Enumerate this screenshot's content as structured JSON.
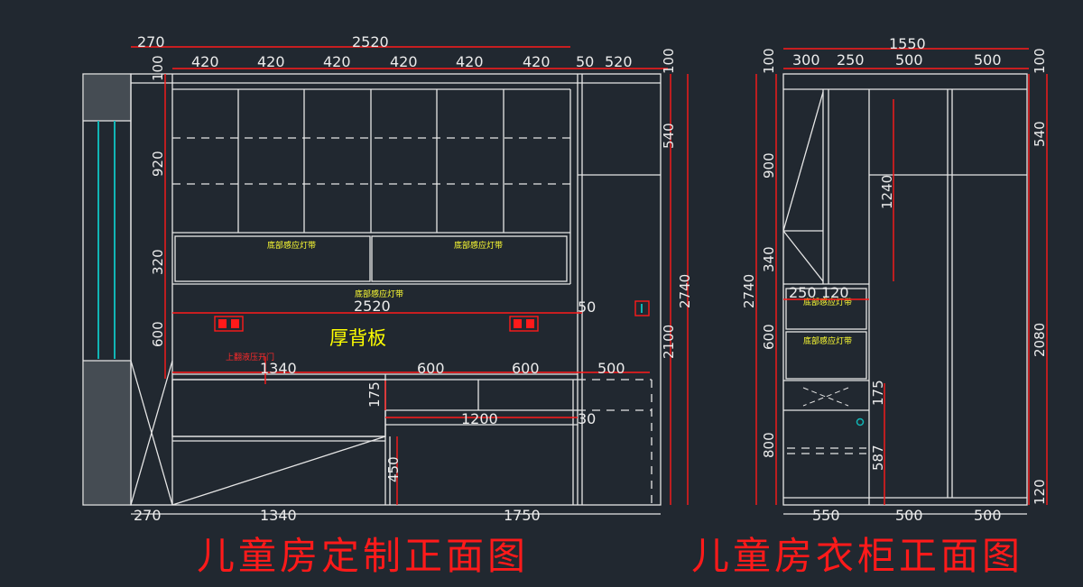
{
  "titles": {
    "left": "儿童房定制正面图",
    "right": "儿童房衣柜正面图"
  },
  "left": {
    "top_dims": {
      "total": "2520",
      "side": "270",
      "cols": [
        "420",
        "420",
        "420",
        "420",
        "420",
        "420"
      ],
      "gap": "50",
      "tall": "520"
    },
    "left_dims": {
      "top": "100",
      "upper": "920",
      "mid": "320",
      "lower": "600"
    },
    "right_dims": {
      "top": "100",
      "upper": "540",
      "lower": "2100",
      "total": "2740"
    },
    "inner_dims": {
      "width": "2520",
      "gap": "50",
      "desk": "1340",
      "d1": "600",
      "d2": "600",
      "d3": "500",
      "drawer_h": "175",
      "drawer_w": "1200",
      "drawer_gap": "30",
      "leg_h": "450"
    },
    "bottom_dims": {
      "side": "270",
      "left": "1340",
      "right": "1750"
    },
    "labels": {
      "strip1": "底部感应灯带",
      "strip2": "底部感应灯带",
      "strip3": "底部感应灯带",
      "back": "厚背板",
      "door": "上翻液压开门"
    }
  },
  "right": {
    "top_dims": {
      "total": "1550",
      "c1": "300",
      "c2": "250",
      "c3": "500",
      "c4": "500"
    },
    "left_dims": {
      "top": "100",
      "upper": "900",
      "mid": "340",
      "total": "2740",
      "shelf": "600",
      "lower": "800"
    },
    "right_dims": {
      "top": "100",
      "upper": "540",
      "lower": "2080",
      "base": "120"
    },
    "inner_dims": {
      "hang": "1240",
      "w1": "250",
      "w2": "120",
      "drawer": "175",
      "low": "587"
    },
    "bottom_dims": {
      "b1": "550",
      "b2": "500",
      "b3": "500"
    },
    "labels": {
      "strip1": "底部感应灯带",
      "strip2": "底部感应灯带"
    }
  }
}
